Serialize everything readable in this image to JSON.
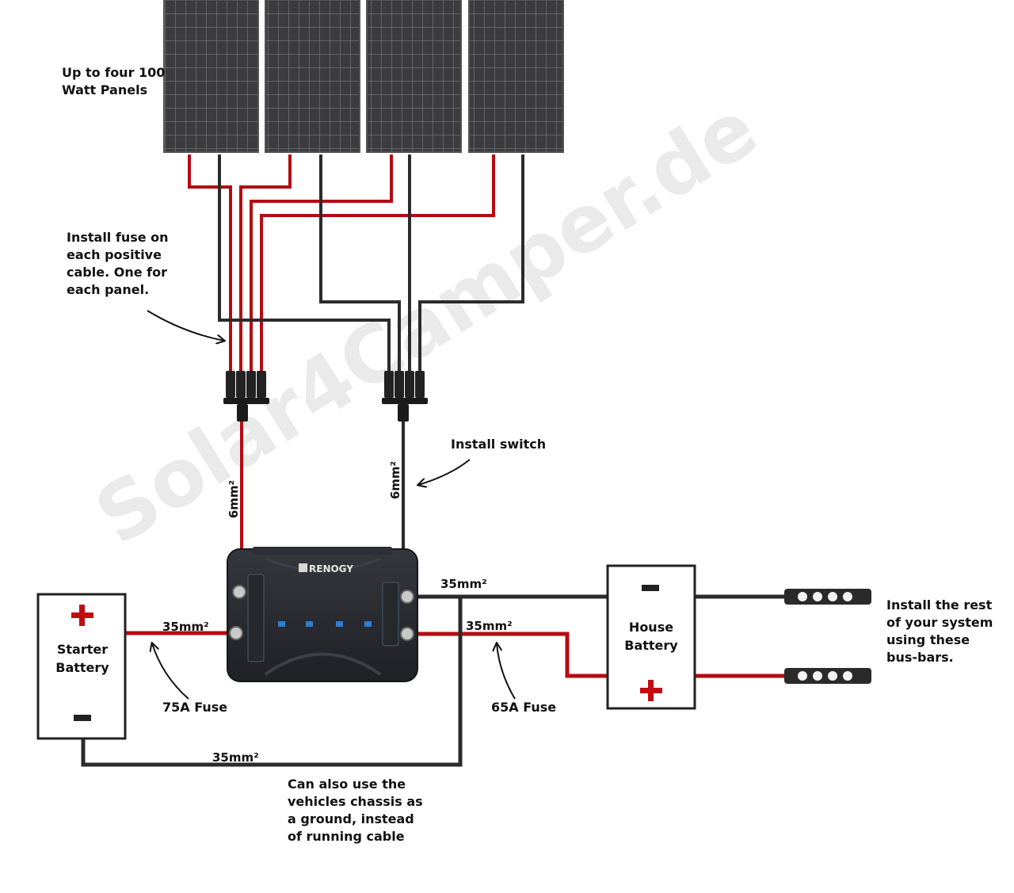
{
  "diagram": {
    "panels_label": [
      "Up to four 100",
      "Watt Panels"
    ],
    "fuse_note": [
      "Install fuse on",
      "each positive",
      "cable. One for",
      "each panel."
    ],
    "switch_note": "Install switch",
    "pos_cable_size": "6mm²",
    "neg_cable_size": "6mm²",
    "controller_brand": "RENOGY",
    "house_neg_size": "35mm²",
    "house_pos_size": "35mm²",
    "starter_cable_size": "35mm²",
    "ground_cable_size": "35mm²",
    "starter_battery": [
      "Starter",
      "Battery"
    ],
    "house_battery": [
      "House",
      "Battery"
    ],
    "fuse_75": "75A Fuse",
    "fuse_65": "65A Fuse",
    "busbar_note": [
      "Install the rest",
      "of your system",
      "using these",
      "bus-bars."
    ],
    "chassis_note": [
      "Can also use the",
      "vehicles chassis as",
      "a ground, instead",
      "of running cable"
    ],
    "watermark": "Solar4Camper.de",
    "colors": {
      "positive": "#b30c12",
      "negative": "#333333",
      "controller": "#2a2d33",
      "panel": "#3a3a3c"
    }
  }
}
